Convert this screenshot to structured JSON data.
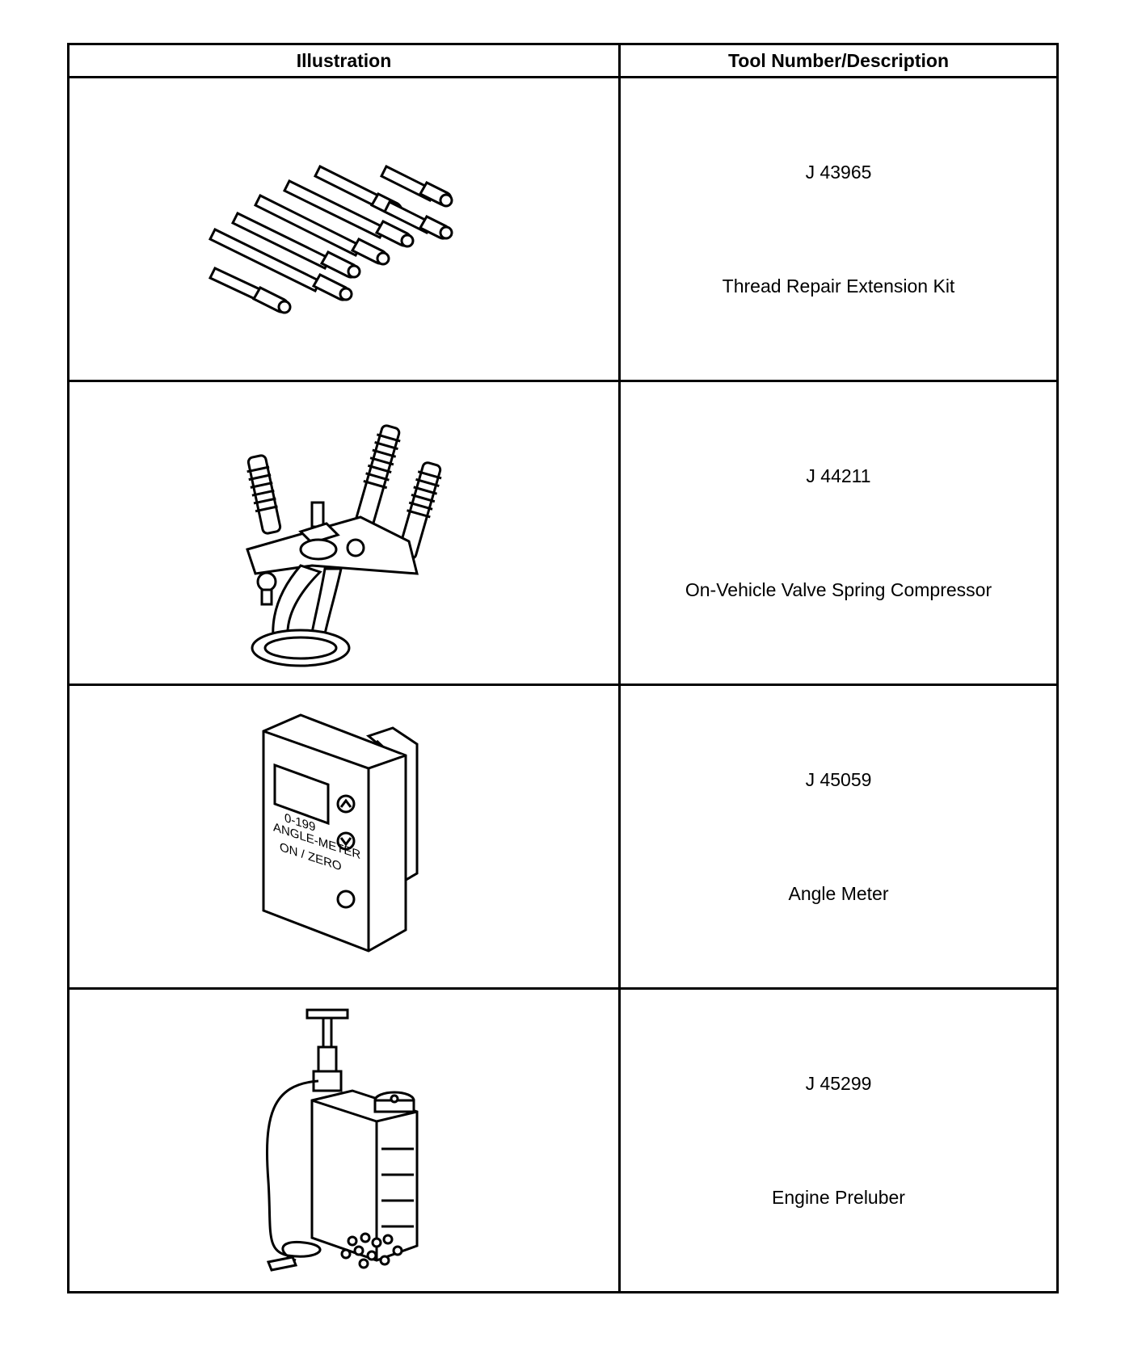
{
  "table": {
    "headers": [
      "Illustration",
      "Tool Number/Description"
    ],
    "rows": [
      {
        "number": "J 43965",
        "description": "Thread Repair Extension Kit",
        "illustration_icon": "thread-repair-extension-kit-icon"
      },
      {
        "number": "J 44211",
        "description": "On-Vehicle Valve Spring Compressor",
        "illustration_icon": "valve-spring-compressor-icon"
      },
      {
        "number": "J 45059",
        "description": "Angle Meter",
        "illustration_icon": "angle-meter-icon",
        "device_text": [
          "0-199",
          "ANGLE-METER",
          "ON / ZERO"
        ]
      },
      {
        "number": "J 45299",
        "description": "Engine Preluber",
        "illustration_icon": "engine-preluber-icon"
      }
    ]
  }
}
